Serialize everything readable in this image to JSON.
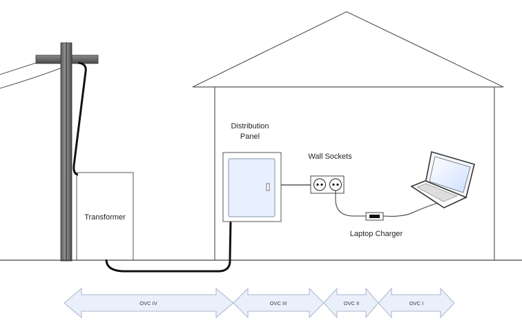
{
  "labels": {
    "transformer": "Transformer",
    "distribution_line1": "Distribution",
    "distribution_line2": "Panel",
    "wall_sockets": "Wall Sockets",
    "laptop_charger": "Laptop Charger"
  },
  "categories": [
    {
      "id": "ovc4",
      "label": "OVC IV"
    },
    {
      "id": "ovc3",
      "label": "OVC III"
    },
    {
      "id": "ovc2",
      "label": "OVC II"
    },
    {
      "id": "ovc1",
      "label": "OVC I"
    }
  ],
  "colors": {
    "line": "#333333",
    "cable": "#111111",
    "arrow_fill": "#e9f0fb",
    "arrow_stroke": "#a9b6cc",
    "panel_inner": "#e8effd",
    "screen": "#dce8ff"
  }
}
